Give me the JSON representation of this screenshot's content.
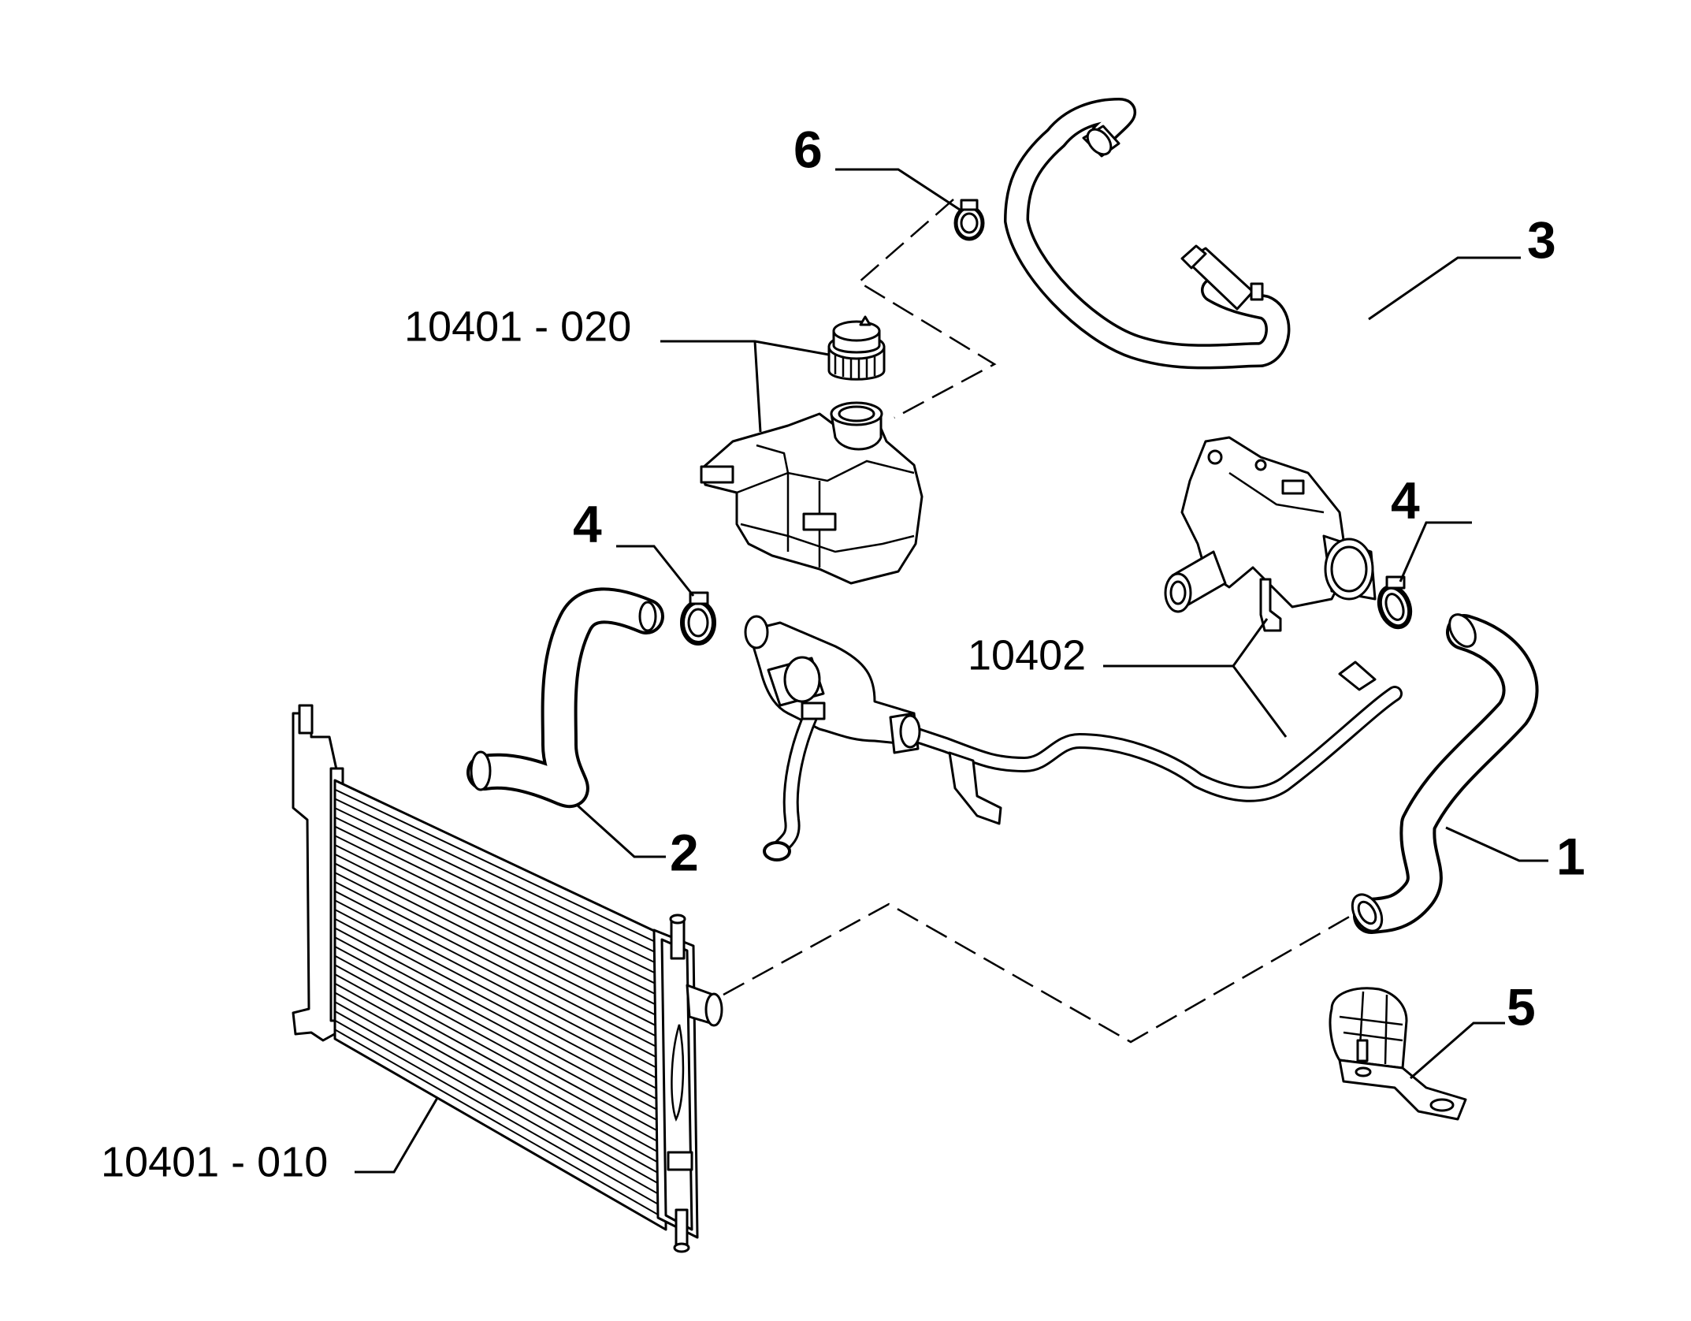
{
  "callouts": {
    "hose_lower": "1",
    "hose_upper": "2",
    "hose_heater": "3",
    "clamp_left": "4",
    "clamp_right": "4",
    "bracket": "5",
    "clamp_small": "6",
    "ref_tank": "10401 - 020",
    "ref_radiator": "10401 - 010",
    "ref_pipe": "10402"
  }
}
